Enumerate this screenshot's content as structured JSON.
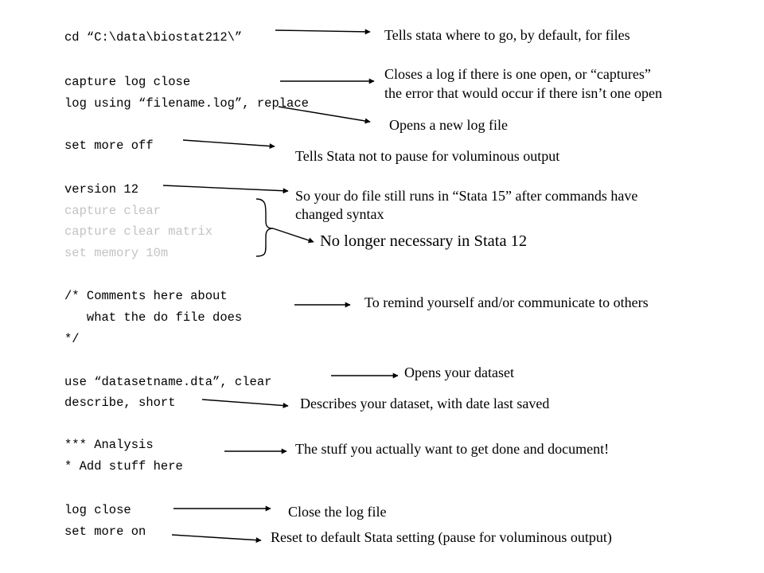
{
  "code": {
    "cd": "cd “C:\\data\\biostat212\\”",
    "capture_log_close": "capture log close",
    "log_using": "log using “filename.log”, replace",
    "set_more_off": "set more off",
    "version": "version 12",
    "capture_clear": "capture clear",
    "capture_clear_matrix": "capture clear matrix",
    "set_memory": "set memory 10m",
    "comment_1": "/* Comments here about",
    "comment_2": "   what the do file does",
    "comment_3": "*/",
    "use": "use “datasetname.dta”, clear",
    "describe": "describe, short",
    "analysis": "*** Analysis",
    "add_stuff": "* Add stuff here",
    "log_close": "log close",
    "set_more_on": "set more on"
  },
  "notes": {
    "cd": "Tells stata where to go, by default, for files",
    "close_log_1": "Closes a log if there is one open, or “captures”",
    "close_log_2": "the error that would occur if there isn’t one open",
    "open_log": "Opens a new log file",
    "more_off": "Tells Stata not to pause for voluminous output",
    "version_1": "So your do file still runs in “Stata 15” after commands have",
    "version_2": "changed syntax",
    "not_necessary": "No longer necessary in Stata 12",
    "comments": "To remind yourself and/or communicate to others",
    "open_dataset": "Opens your dataset",
    "describe": "Describes your dataset, with date last saved",
    "analysis": "The stuff you actually want to get done and document!",
    "close_log": "Close the log file",
    "more_on": "Reset to default Stata setting (pause for voluminous output)"
  },
  "colors": {
    "text": "#000000",
    "obsolete_code": "#c3c3c3",
    "background": "#ffffff"
  }
}
